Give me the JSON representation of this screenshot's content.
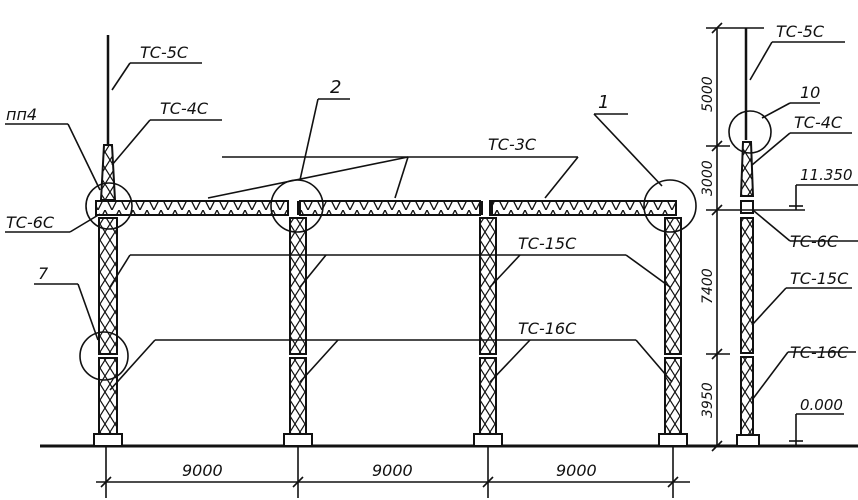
{
  "labels": {
    "tc5c_left": "TC-5C",
    "tc4c_left": "TC-4C",
    "pp4": "пп4",
    "tc6c_left": "TC-6C",
    "node7": "7",
    "node2": "2",
    "node1": "1",
    "tc3c": "TC-3C",
    "tc15c_mid": "TC-15C",
    "tc16c_mid": "TC-16C",
    "tc5c_right": "TC-5C",
    "node10": "10",
    "tc4c_right": "TC-4C",
    "elev_top": "11.350",
    "tc6c_right": "TC-6C",
    "tc15c_right": "TC-15C",
    "tc16c_right": "TC-16C",
    "elev_ground": "0.000"
  },
  "dimensions": {
    "span1": "9000",
    "span2": "9000",
    "span3": "9000",
    "h_5000": "5000",
    "h_3000": "3000",
    "h_7400": "7400",
    "h_3950": "3950"
  }
}
